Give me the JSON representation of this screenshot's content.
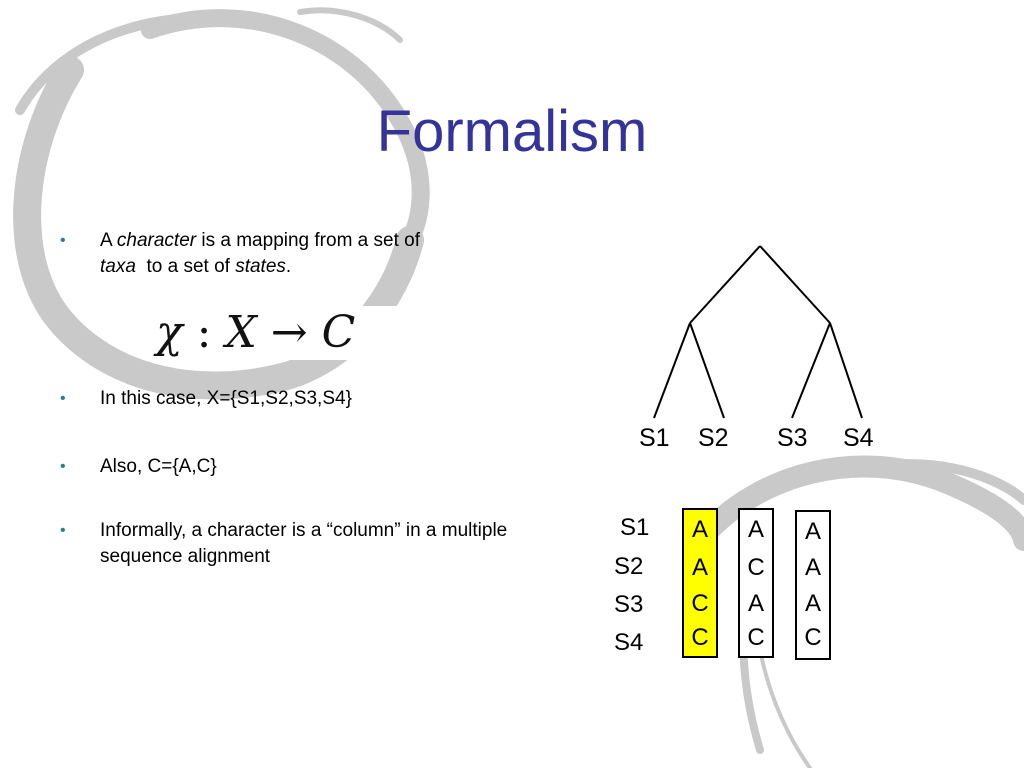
{
  "slide": {
    "title": "Formalism",
    "bullets": [
      {
        "parts": [
          "A ",
          "character",
          " is a mapping from a set of ",
          "taxa",
          "  to a set of ",
          "states",
          "."
        ]
      },
      {
        "text": "In this case, X={S1,S2,S3,S4}"
      },
      {
        "text": "Also, C={A,C}"
      },
      {
        "text": "Informally, a character is a “column” in a multiple sequence alignment"
      }
    ],
    "formula": {
      "chi": "χ",
      "colon": " : ",
      "x": "X",
      "arrow": " → ",
      "c": "C"
    }
  },
  "tree": {
    "leaves": [
      "S1",
      "S2",
      "S3",
      "S4"
    ]
  },
  "alignment": {
    "row_labels": [
      "S1",
      "S2",
      "S3",
      "S4"
    ],
    "columns": [
      {
        "states": [
          "A",
          "A",
          "C",
          "C"
        ],
        "highlight": true,
        "highlight_color": "#ffff00"
      },
      {
        "states": [
          "A",
          "C",
          "A",
          "C"
        ],
        "highlight": false
      },
      {
        "states": [
          "A",
          "A",
          "A",
          "C"
        ],
        "highlight": false
      }
    ]
  },
  "colors": {
    "title": "#333399",
    "bullet_dot": "#2e7d8c",
    "swirl": "#c9c9c9",
    "highlight": "#ffff00"
  }
}
